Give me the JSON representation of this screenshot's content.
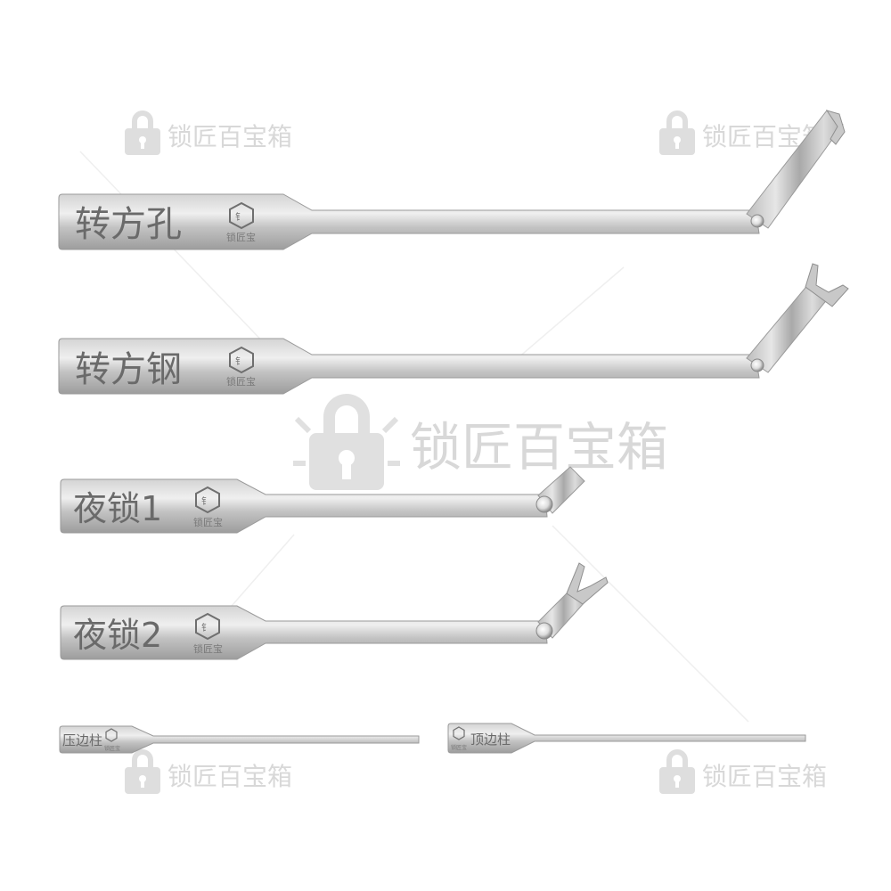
{
  "watermark": {
    "text": "锁匠百宝箱",
    "color": "#d9d9d9"
  },
  "brand_mark": {
    "caption": "锁匠宝",
    "icon": "hexagon-brand-icon"
  },
  "tools": [
    {
      "label": "转方孔",
      "tip": "bent-hook-tip"
    },
    {
      "label": "转方钢",
      "tip": "fork-tip"
    },
    {
      "label": "夜锁1",
      "tip": "short-hook-tip"
    },
    {
      "label": "夜锁2",
      "tip": "short-fork-tip"
    },
    {
      "label": "压边柱",
      "tip": "flat-tip"
    },
    {
      "label": "顶边柱",
      "tip": "flat-tip"
    }
  ],
  "colors": {
    "steel_light": "#e2e2e2",
    "steel_mid": "#b9b9b9",
    "steel_dark": "#8e8e8e",
    "engraving": "#6a6a6a"
  }
}
